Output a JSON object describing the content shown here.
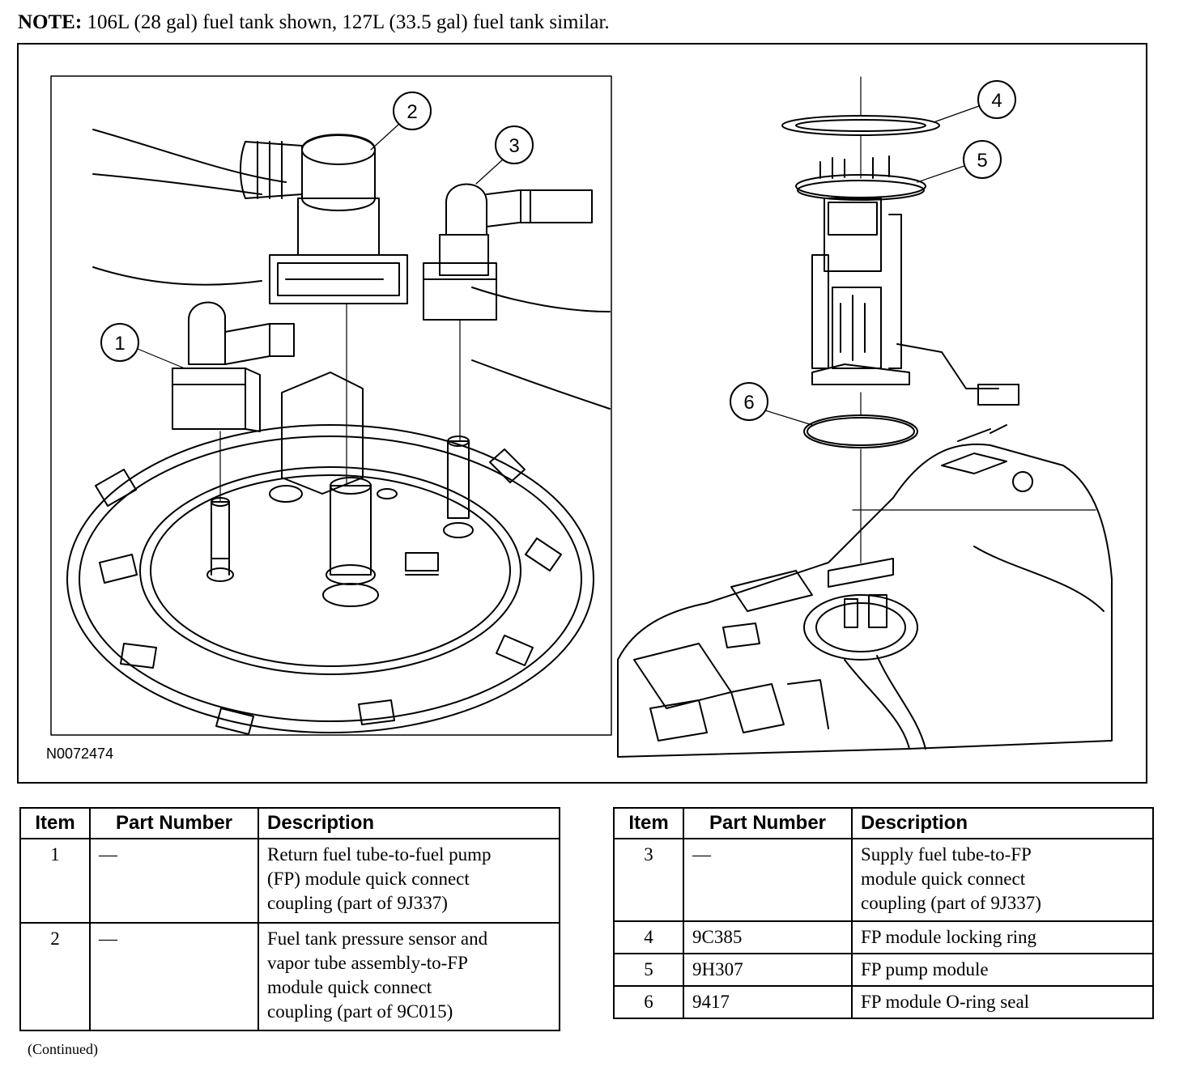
{
  "note": {
    "label": "NOTE:",
    "text": "106L (28 gal) fuel tank shown, 127L (33.5 gal) fuel tank similar."
  },
  "figure": {
    "code": "N0072474",
    "callouts": [
      "1",
      "2",
      "3",
      "4",
      "5",
      "6"
    ]
  },
  "table_headers": {
    "item": "Item",
    "part_number": "Part Number",
    "description": "Description"
  },
  "table_left": [
    {
      "item": "1",
      "part": "—",
      "desc": [
        "Return fuel tube-to-fuel pump",
        "(FP) module quick connect",
        "coupling (part of 9J337)"
      ]
    },
    {
      "item": "2",
      "part": "—",
      "desc": [
        "Fuel tank pressure sensor and",
        "vapor tube assembly-to-FP",
        "module quick connect",
        "coupling (part of 9C015)"
      ]
    }
  ],
  "table_right": [
    {
      "item": "3",
      "part": "—",
      "desc": [
        "Supply fuel tube-to-FP",
        "module quick connect",
        "coupling (part of 9J337)"
      ]
    },
    {
      "item": "4",
      "part": "9C385",
      "desc": [
        "FP module locking ring"
      ]
    },
    {
      "item": "5",
      "part": "9H307",
      "desc": [
        "FP pump module"
      ]
    },
    {
      "item": "6",
      "part": "9417",
      "desc": [
        "FP module O-ring seal"
      ]
    }
  ],
  "continued": "(Continued)"
}
